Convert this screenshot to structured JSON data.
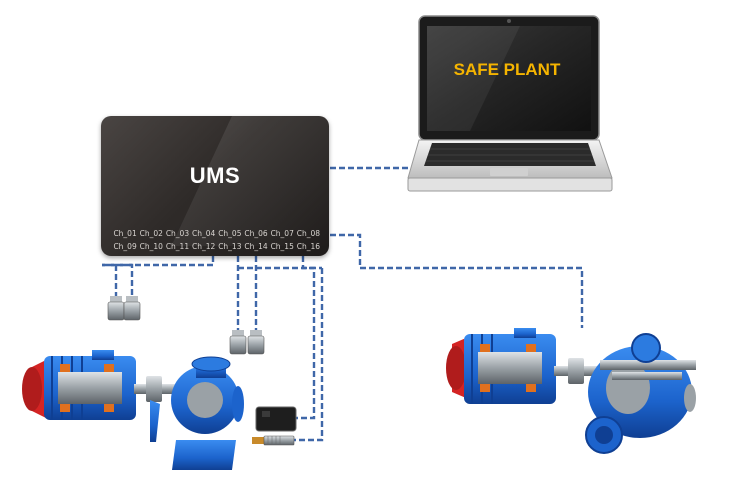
{
  "controller": {
    "label": "UMS",
    "channels_row1": [
      "Ch_01",
      "Ch_02",
      "Ch_03",
      "Ch_04",
      "Ch_05",
      "Ch_06",
      "Ch_07",
      "Ch_08"
    ],
    "channels_row2": [
      "Ch_09",
      "Ch_10",
      "Ch_11",
      "Ch_12",
      "Ch_13",
      "Ch_14",
      "Ch_15",
      "Ch_16"
    ]
  },
  "laptop": {
    "screen_text": "SAFE PLANT"
  },
  "colors": {
    "cable": "#3f67a8",
    "pump_blue": "#1e6fd6",
    "motor_red": "#d42424",
    "accent_orange": "#e0701e",
    "screen_text": "#f5b400"
  },
  "icons": [
    "laptop-icon",
    "vibration-sensor-icon",
    "speed-sensor-icon",
    "proximity-probe-icon",
    "pump-motor-icon"
  ]
}
